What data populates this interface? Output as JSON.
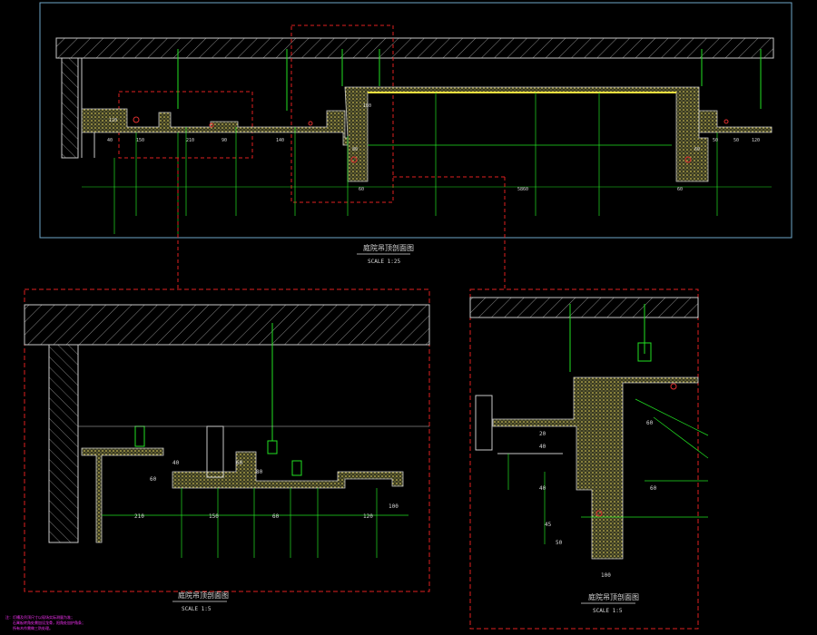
{
  "colors": {
    "background": "#000000",
    "frame": "#6ea6c8",
    "detail_box": "#e02020",
    "structure": "#c8c8c8",
    "hatch": "#9a9a9a",
    "green": "#22e022",
    "yellow": "#f0e040",
    "gypsum_fill": "#6a6a30",
    "text": "#d8d8d8",
    "note": "#ff33ff"
  },
  "views": {
    "top": {
      "title": "庭院吊顶剖面图",
      "scale": "SCALE 1:25"
    },
    "bottom_left": {
      "title": "庭院吊顶剖面图",
      "scale": "SCALE 1:5"
    },
    "bottom_right": {
      "title": "庭院吊顶剖面图",
      "scale": "SCALE 1:5"
    }
  },
  "top_dims": [
    "40",
    "150",
    "210",
    "90",
    "140",
    "60",
    "180",
    "5860",
    "60",
    "50",
    "50",
    "120",
    "80",
    "60",
    "120"
  ],
  "bl_dims": [
    "210",
    "150",
    "60",
    "120",
    "100",
    "60",
    "40",
    "80",
    "60"
  ],
  "br_dims": [
    "20",
    "40",
    "40",
    "45",
    "50",
    "60",
    "60",
    "100"
  ],
  "note_lines": [
    "注：灯槽及吊顶尺寸以现场实际测量为准；",
    "　　石膏板转角处需加设龙骨，阳角处加护角条；",
    "　　所有木作需做三防处理。"
  ]
}
